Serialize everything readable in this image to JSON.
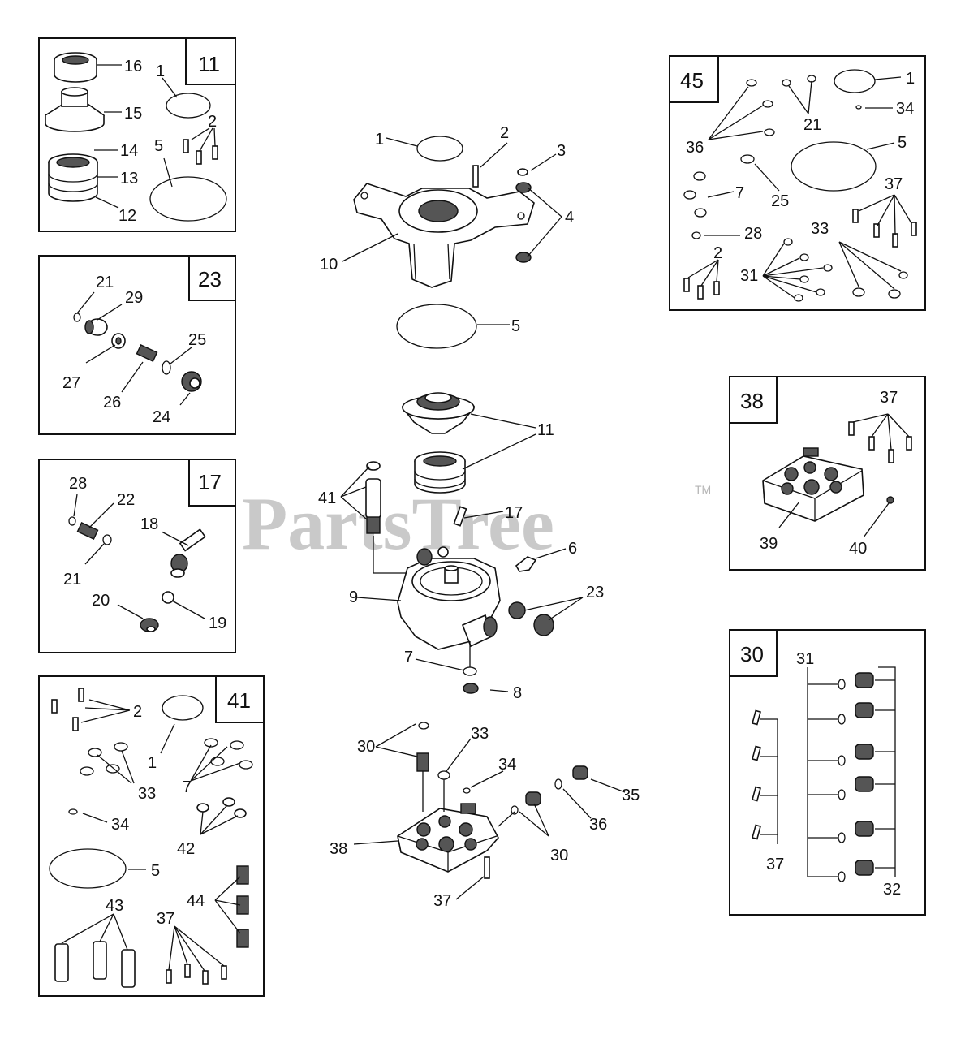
{
  "watermark": {
    "text": "PartsTree",
    "trademark": "TM"
  },
  "kits": {
    "k11": {
      "number": "11",
      "labels": [
        "16",
        "1",
        "15",
        "2",
        "5",
        "14",
        "13",
        "12"
      ]
    },
    "k23": {
      "number": "23",
      "labels": [
        "21",
        "29",
        "25",
        "27",
        "26",
        "24"
      ]
    },
    "k17": {
      "number": "17",
      "labels": [
        "28",
        "22",
        "18",
        "21",
        "20",
        "19"
      ]
    },
    "k41": {
      "number": "41",
      "labels": [
        "2",
        "1",
        "33",
        "7",
        "34",
        "42",
        "5",
        "43",
        "37",
        "44"
      ]
    },
    "k45": {
      "number": "45",
      "labels": [
        "1",
        "34",
        "21",
        "36",
        "5",
        "7",
        "25",
        "37",
        "28",
        "33",
        "2",
        "31"
      ]
    },
    "k38": {
      "number": "38",
      "labels": [
        "37",
        "39",
        "40"
      ]
    },
    "k30": {
      "number": "30",
      "labels": [
        "31",
        "37",
        "32"
      ]
    }
  },
  "main": {
    "labels": [
      "1",
      "2",
      "3",
      "4",
      "10",
      "5",
      "11",
      "41",
      "17",
      "6",
      "9",
      "23",
      "7",
      "8",
      "30",
      "33",
      "34",
      "35",
      "36",
      "38",
      "30",
      "37"
    ]
  }
}
